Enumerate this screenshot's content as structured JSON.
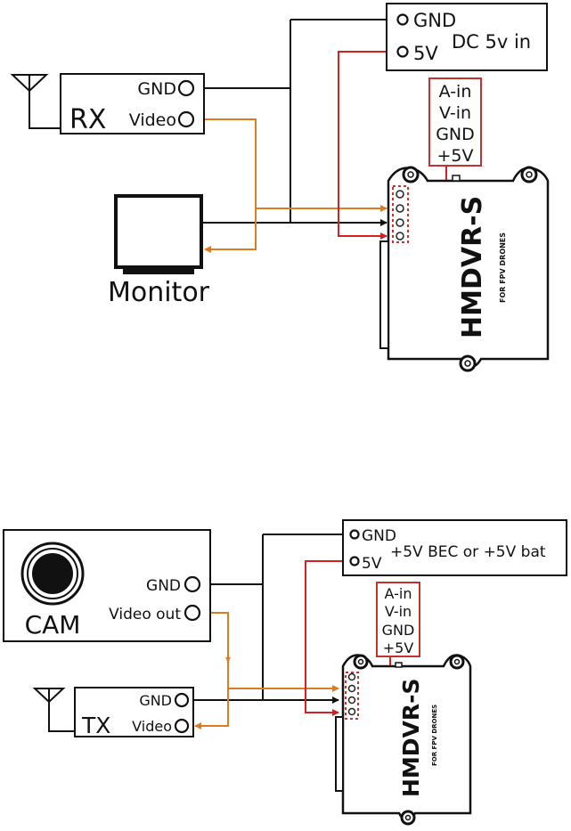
{
  "diagrams": [
    {
      "name": "receiver-setup",
      "rx": {
        "title": "RX",
        "gnd_label": "GND",
        "video_label": "Video"
      },
      "power": {
        "gnd_label": "GND",
        "v5_label": "5V",
        "title": "DC 5v in"
      },
      "monitor": {
        "label": "Monitor"
      },
      "pinout": [
        "A-in",
        "V-in",
        "GND",
        "+5V"
      ],
      "dvr": {
        "brand": "HMDVR-S",
        "tagline": "FOR FPV DRONES"
      }
    },
    {
      "name": "transmitter-setup",
      "cam": {
        "title": "CAM",
        "gnd_label": "GND",
        "video_label": "Video out"
      },
      "tx": {
        "title": "TX",
        "gnd_label": "GND",
        "video_label": "Video"
      },
      "power": {
        "gnd_label": "GND",
        "v5_label": "5V",
        "title": "+5V BEC or +5V bat"
      },
      "pinout": [
        "A-in",
        "V-in",
        "GND",
        "+5V"
      ],
      "dvr": {
        "brand": "HMDVR-S",
        "tagline": "FOR FPV DRONES"
      }
    }
  ],
  "colors": {
    "ground_wire": "#111111",
    "video_wire": "#e07a1e",
    "power_wire": "#d42020",
    "pinout_border": "#c83030"
  }
}
